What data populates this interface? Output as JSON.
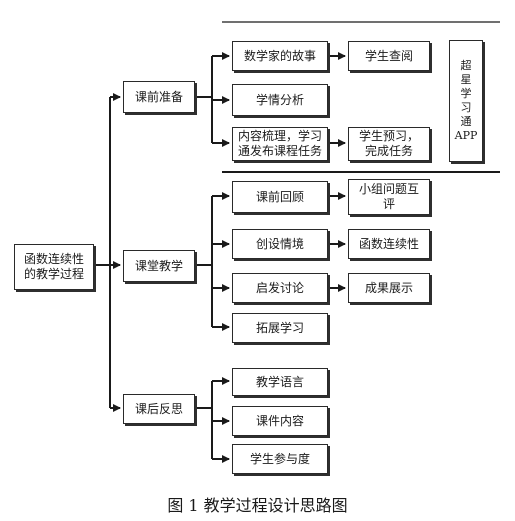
{
  "root": "函数连续性\n的教学过程",
  "phases": [
    {
      "label": "课前准备",
      "name": "phase-pre-class"
    },
    {
      "label": "课堂教学",
      "name": "phase-in-class"
    },
    {
      "label": "课后反思",
      "name": "phase-post-class"
    }
  ],
  "pre_class": [
    {
      "label": "数学家的故事",
      "result": "学生查阅"
    },
    {
      "label": "学情分析"
    },
    {
      "label": "内容梳理，学习\n通发布课程任务",
      "result": "学生预习，\n完成任务"
    }
  ],
  "platform": "超\n星\n学\n习\n通\nAPP",
  "in_class": [
    {
      "label": "课前回顾",
      "result": "小组问题互\n评"
    },
    {
      "label": "创设情境",
      "result": "函数连续性"
    },
    {
      "label": "启发讨论",
      "result": "成果展示"
    },
    {
      "label": "拓展学习"
    }
  ],
  "post_class": [
    {
      "label": "教学语言"
    },
    {
      "label": "课件内容"
    },
    {
      "label": "学生参与度"
    }
  ],
  "caption": "图 1 教学过程设计思路图"
}
